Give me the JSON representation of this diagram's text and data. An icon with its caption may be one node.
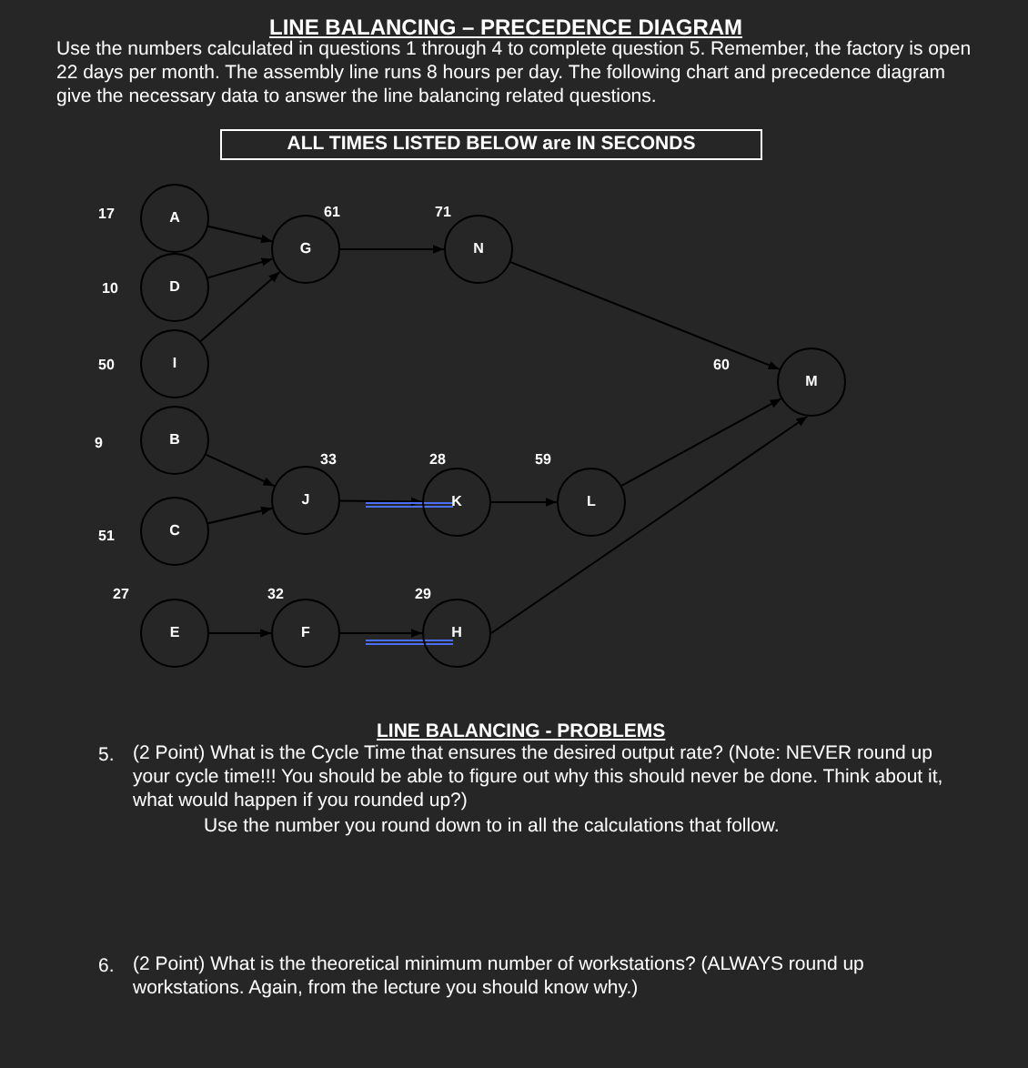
{
  "diagram": {
    "title": "LINE BALANCING – PRECEDENCE DIAGRAM",
    "nodes": [
      {
        "text": [
          "ALL TIMES LISTED BELOW are IN SECONDS"
        ]
      },
      {
        "text": [
          "A"
        ],
        "beside": [
          "17"
        ]
      },
      {
        "text": [
          "G"
        ],
        "beside": [
          "61"
        ]
      },
      {
        "text": [
          "N"
        ],
        "beside": [
          "71"
        ]
      },
      {
        "text": [
          "D"
        ],
        "beside": [
          "10"
        ]
      },
      {
        "text": [
          "I"
        ],
        "beside": [
          "50"
        ]
      },
      {
        "text": [
          "M"
        ],
        "beside": [
          "60"
        ]
      },
      {
        "text": [
          "B"
        ],
        "beside": [
          "9"
        ]
      },
      {
        "text": [
          "J"
        ],
        "beside": [
          "33"
        ]
      },
      {
        "text": [
          "K"
        ],
        "beside": [
          "28"
        ]
      },
      {
        "text": [
          "L"
        ],
        "beside": [
          "59"
        ]
      },
      {
        "text": [
          "C"
        ],
        "beside": [
          "51"
        ]
      },
      {
        "text": [
          "E"
        ],
        "beside": [
          "27"
        ]
      },
      {
        "text": [
          "F"
        ],
        "beside": [
          "32"
        ]
      },
      {
        "text": [
          "H"
        ],
        "beside": [
          "29"
        ]
      }
    ],
    "edges": [
      {
        "from": 1,
        "to": 2,
        "arrow": "to"
      },
      {
        "from": 4,
        "to": 2,
        "arrow": "to"
      },
      {
        "from": 5,
        "to": 2,
        "arrow": "to"
      },
      {
        "from": 2,
        "to": 3,
        "arrow": "to"
      },
      {
        "from": 3,
        "to": 6,
        "arrow": "to"
      },
      {
        "from": 7,
        "to": 8,
        "arrow": "to"
      },
      {
        "from": 11,
        "to": 8,
        "arrow": "to"
      },
      {
        "from": 8,
        "to": 9,
        "arrow": "to"
      },
      {
        "from": 9,
        "to": 10,
        "arrow": "to"
      },
      {
        "from": 10,
        "to": 6,
        "arrow": "to"
      },
      {
        "from": 12,
        "to": 13,
        "arrow": "to"
      },
      {
        "from": 13,
        "to": 14,
        "arrow": "to"
      },
      {
        "from": 14,
        "to": 6,
        "arrow": "to"
      }
    ],
    "labels": [
      "Use the numbers calculated in questions 1 through 4 to complete question 5.  Remember, the factory is open 22 days per month.  The assembly line runs 8 hours per day.  The following chart and precedence diagram give the necessary data to answer the line balancing related questions.",
      "LINE BALANCING - PROBLEMS",
      "5.",
      "(2 Point) What is the Cycle Time that ensures the desired output rate? (Note: NEVER round up your cycle time!!!  You should be able to figure out why this should never be done.  Think about it, what would happen if you rounded up?)",
      "Use the number you round down to in all the calculations that follow.",
      "6.",
      "(2 Point) What is the theoretical minimum number of workstations?  (ALWAYS round up workstations. Again, from the lecture you should know why.)"
    ]
  }
}
